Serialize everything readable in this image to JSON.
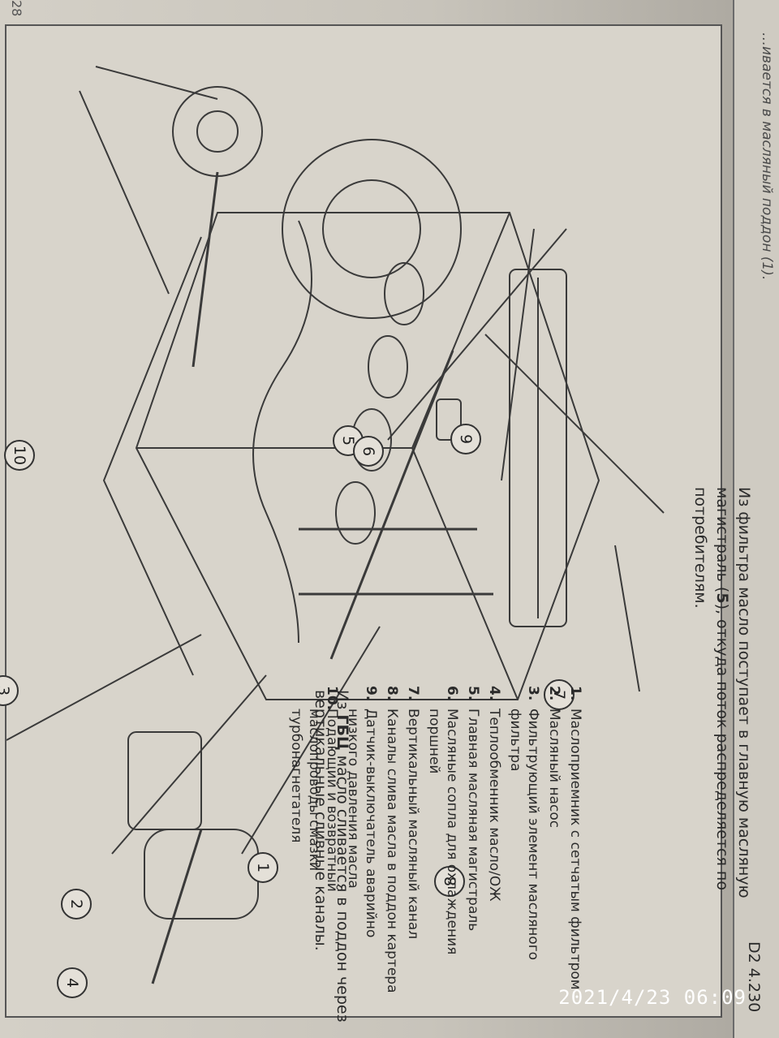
{
  "page": {
    "prev_text": "…ивается в масляный поддон (1).",
    "page_number": "28"
  },
  "paragraphs": {
    "top_pre": "Из фильтра масло поступает в главную масляную магистраль (",
    "top_num": "5",
    "top_post": "), откуда поток распределяется по потребителям.",
    "bottom_pre": "Из ",
    "bottom_bold": "ГБЦ",
    "bottom_post": " масло сливается в поддон через вертикальные сливные каналы."
  },
  "figure_code": "D2 4.230",
  "callouts": [
    "1",
    "2",
    "3",
    "4",
    "5",
    "6",
    "7",
    "8",
    "9",
    "10"
  ],
  "legend": [
    {
      "num": "1.",
      "text": "Маслоприемник с сетчатым фильтром"
    },
    {
      "num": "2.",
      "text": "Масляный насос"
    },
    {
      "num": "3.",
      "text": "Фильтрующий элемент масляного фильтра"
    },
    {
      "num": "4.",
      "text": "Теплообменник масло/ОЖ"
    },
    {
      "num": "5.",
      "text": "Главная масляная магистраль"
    },
    {
      "num": "6.",
      "text": "Масляные сопла для охлаждения поршней"
    },
    {
      "num": "7.",
      "text": "Вертикальный масляный канал"
    },
    {
      "num": "8.",
      "text": "Каналы слива масла в поддон картера"
    },
    {
      "num": "9.",
      "text": "Датчик-выключатель аварийно низкого давления масла"
    },
    {
      "num": "10.",
      "text": "Подающий и возвратный маслопроводы смазки турбонагнетателя"
    }
  ],
  "timestamp": "2021/4/23 06:09",
  "colors": {
    "paper": "#d8d4cb",
    "ink": "#2a2a2a",
    "timestamp": "#ffffff"
  }
}
